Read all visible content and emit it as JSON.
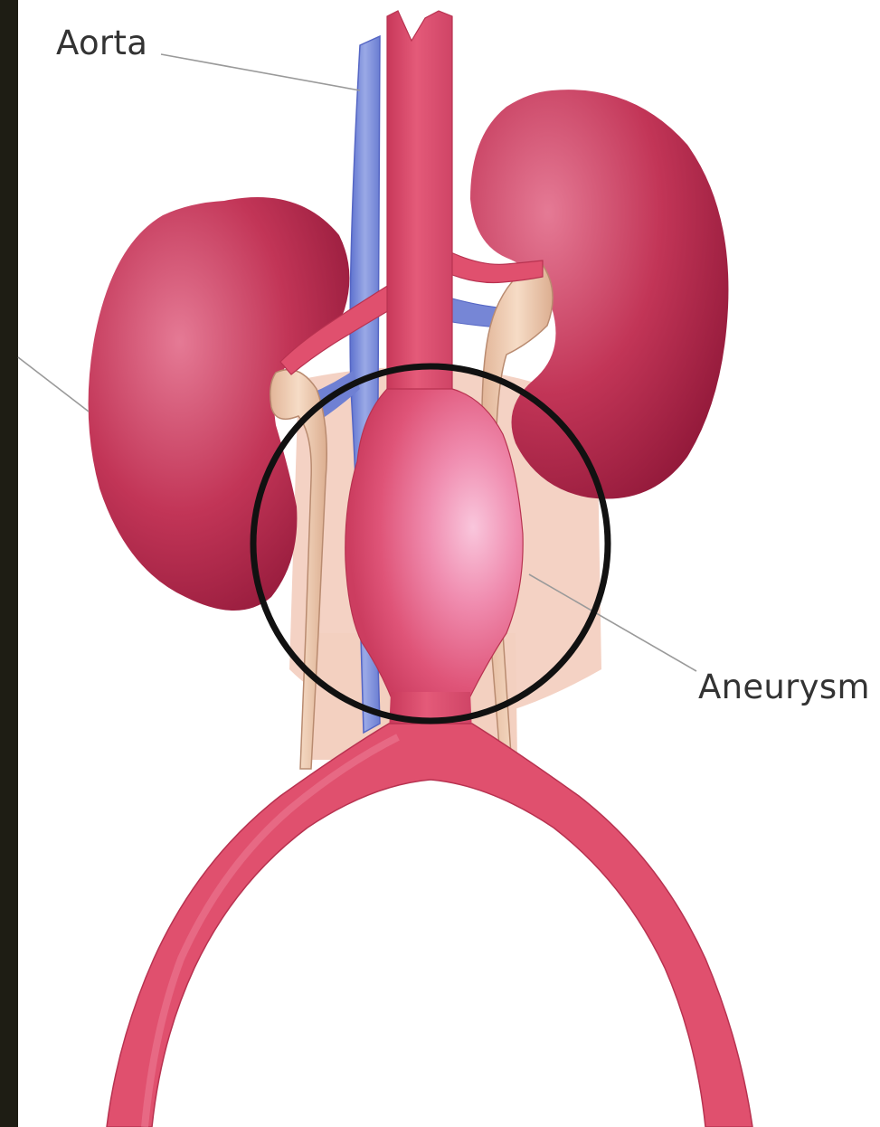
{
  "labels": {
    "aorta": "Aorta",
    "aneurysm": "Aneurysm"
  },
  "colors": {
    "background": "#ffffff",
    "left_strip": "#1e1d14",
    "artery": "#e0506e",
    "artery_dark": "#c2334f",
    "artery_highlight": "#f6b3cc",
    "kidney": "#b2244a",
    "kidney_light": "#e06f8c",
    "vein": "#7c8fd8",
    "ureter": "#ecc7ab",
    "tissue": "#f4cfc1",
    "ring": "#111111",
    "leader_line": "#9a9a9a"
  },
  "icons": {
    "highlight_ring": "circle-outline"
  }
}
